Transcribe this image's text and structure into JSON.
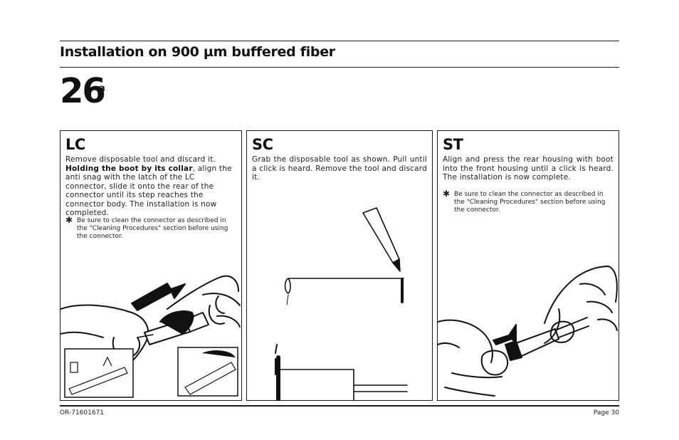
{
  "header": {
    "title": "Installation on 900 µm buffered fiber",
    "step_number": "26",
    "step_sub": "a"
  },
  "panels": [
    {
      "title": "LC",
      "text_pre": "Remove disposable tool and discard it. ",
      "text_bold": "Holding the boot by its collar",
      "text_post": ", align the anti snag with the latch of the LC connector, slide it onto the rear of the connector until its step reaches the connector body. The installation is now completed.",
      "note": "Be sure to clean the connector as described in the \"Cleaning Procedures\" section before using the connector.",
      "note_symbol": "✱"
    },
    {
      "title": "SC",
      "text": "Grab the disposable tool as shown. Pull until a click is heard. Remove the tool and discard it."
    },
    {
      "title": "ST",
      "text": "Align and press the rear housing with boot into the front housing until a click is heard. The installation is now complete.",
      "note": "Be sure to clean the connector as described in the \"Cleaning Procedures\" section before using the connector.",
      "note_symbol": "✱"
    }
  ],
  "footer": {
    "doc_id": "OR-71601671",
    "page": "Page 30"
  }
}
